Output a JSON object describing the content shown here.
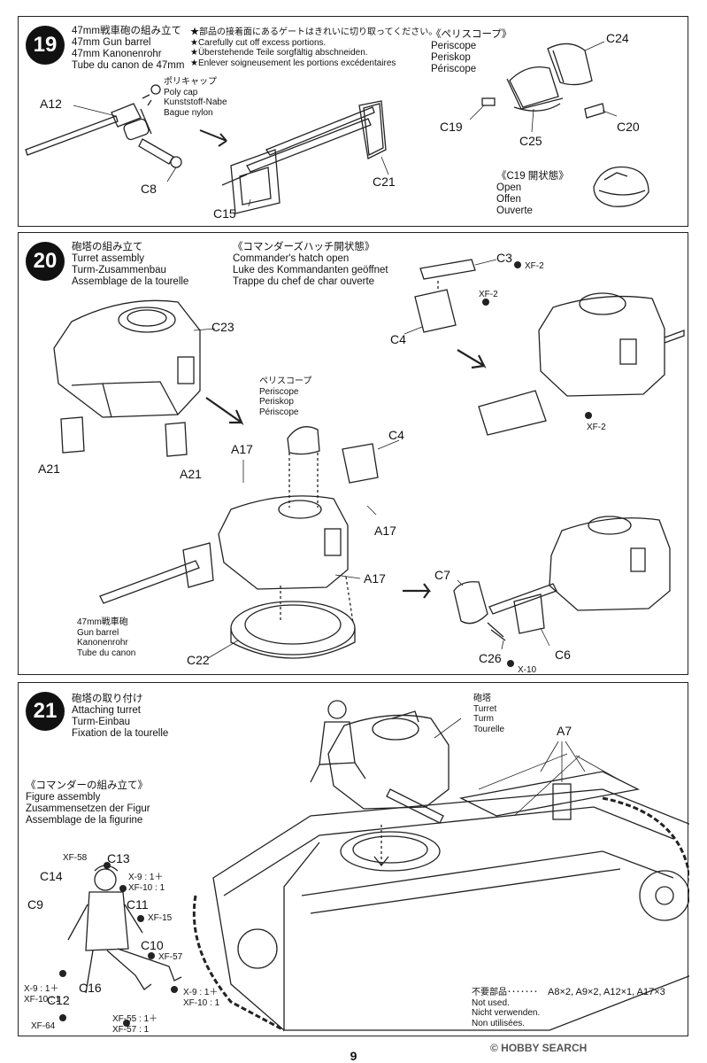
{
  "step19": {
    "number": "19",
    "title_lines": [
      "47mm戦車砲の組み立て",
      "47mm Gun barrel",
      "47mm Kanonenrohr",
      "Tube du canon de 47mm"
    ],
    "note_lines": [
      "★部品の接着面にあるゲートはきれいに切り取ってください。",
      "★Carefully cut off excess portions.",
      "★Überstehende Teile sorgfältig abschneiden.",
      "★Enlever soigneusement les portions excédentaires"
    ],
    "polycap_lines": [
      "ポリキャップ",
      "Poly cap",
      "Kunststoff-Nabe",
      "Bague nylon"
    ],
    "periscope_title_lines": [
      "《ペリスコープ》",
      "Periscope",
      "Periskop",
      "Périscope"
    ],
    "open_title_lines": [
      "《C19 開状態》",
      "Open",
      "Offen",
      "Ouverte"
    ],
    "parts": {
      "a12": "A12",
      "c8": "C8",
      "c15": "C15",
      "c21": "C21",
      "c24": "C24",
      "c19": "C19",
      "c25": "C25",
      "c20": "C20"
    }
  },
  "step20": {
    "number": "20",
    "title_lines": [
      "砲塔の組み立て",
      "Turret assembly",
      "Turm-Zusammenbau",
      "Assemblage de la tourelle"
    ],
    "hatch_title_lines": [
      "《コマンダーズハッチ開状態》",
      "Commander's hatch open",
      "Luke des Kommandanten geöffnet",
      "Trappe du chef de char ouverte"
    ],
    "periscope_lines": [
      "ペリスコープ",
      "Periscope",
      "Periskop",
      "Périscope"
    ],
    "gun_lines": [
      "47mm戦車砲",
      "Gun barrel",
      "Kanonenrohr",
      "Tube du canon"
    ],
    "parts": {
      "c23": "C23",
      "a21_left": "A21",
      "a21_right": "A21",
      "a17_top": "A17",
      "a17_mid": "A17",
      "a17_bottom": "A17",
      "c4_main": "C4",
      "c4_hatch": "C4",
      "c3": "C3",
      "c22": "C22",
      "c7": "C7",
      "c26": "C26",
      "c6": "C6"
    },
    "paints": {
      "c3": "XF-2",
      "hatch_inner": "XF-2",
      "turret": "XF-2",
      "c26": "X-10"
    }
  },
  "step21": {
    "number": "21",
    "title_lines": [
      "砲塔の取り付け",
      "Attaching turret",
      "Turm-Einbau",
      "Fixation de la tourelle"
    ],
    "turret_lines": [
      "砲塔",
      "Turret",
      "Turm",
      "Tourelle"
    ],
    "figure_title_lines": [
      "《コマンダーの組み立て》",
      "Figure assembly",
      "Zusammensetzen der Figur",
      "Assemblage de la figurine"
    ],
    "parts": {
      "a7": "A7",
      "c13": "C13",
      "c14": "C14",
      "c11": "C11",
      "c9": "C9",
      "c10": "C10",
      "c16": "C16",
      "c12": "C12"
    },
    "paints": {
      "xf58": "XF-58",
      "c13_mix": [
        "X-9 : 1＋",
        "XF-10 : 1"
      ],
      "c11": "XF-15",
      "c10": "XF-57",
      "left_mix": [
        "X-9 : 1＋",
        "XF-10 : 1"
      ],
      "right_mix": [
        "X-9 : 1＋",
        "XF-10 : 1"
      ],
      "c16_mix": [
        "XF-55 : 1＋",
        "XF-57 : 1"
      ],
      "c12": "XF-64"
    },
    "not_used": {
      "lines": [
        "不要部品･･･････",
        "Not used.",
        "Nicht verwenden.",
        "Non utilisées."
      ],
      "parts": "A8×2, A9×2, A12×1, A17×3"
    }
  },
  "page_number": "9",
  "watermark": "© HOBBY SEARCH"
}
